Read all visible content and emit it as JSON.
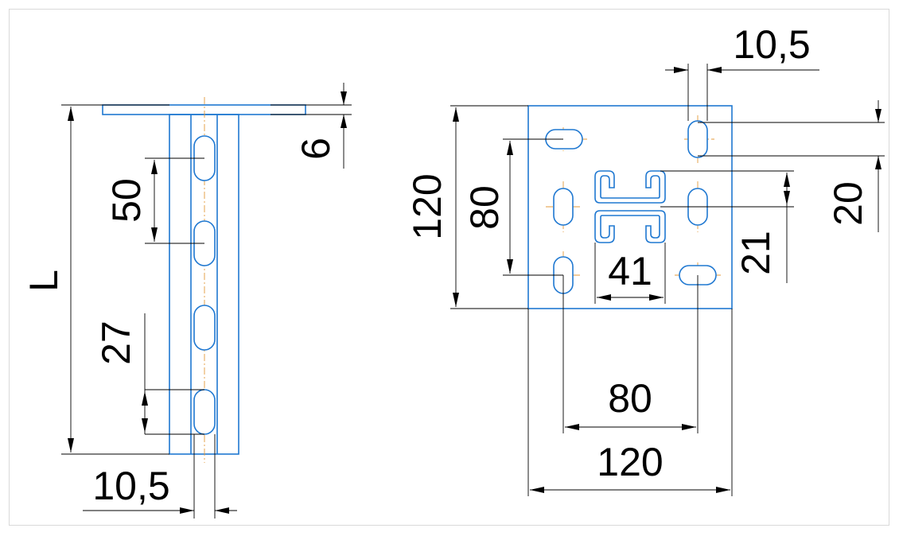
{
  "side_view": {
    "length": "L",
    "slot_pitch": "50",
    "slot_length": "27",
    "plate_thickness": "6",
    "slot_width": "10,5"
  },
  "plate_view": {
    "hole_diameter": "10,5",
    "plate_height": "120",
    "hole_spacing_vertical": "80",
    "hole_offset": "20",
    "profile_height": "21",
    "profile_width": "41",
    "hole_spacing_horizontal": "80",
    "plate_width": "120"
  },
  "colors": {
    "part_outline": "#1f78d1",
    "center_line": "#e39a3b",
    "dimension": "#000000"
  }
}
